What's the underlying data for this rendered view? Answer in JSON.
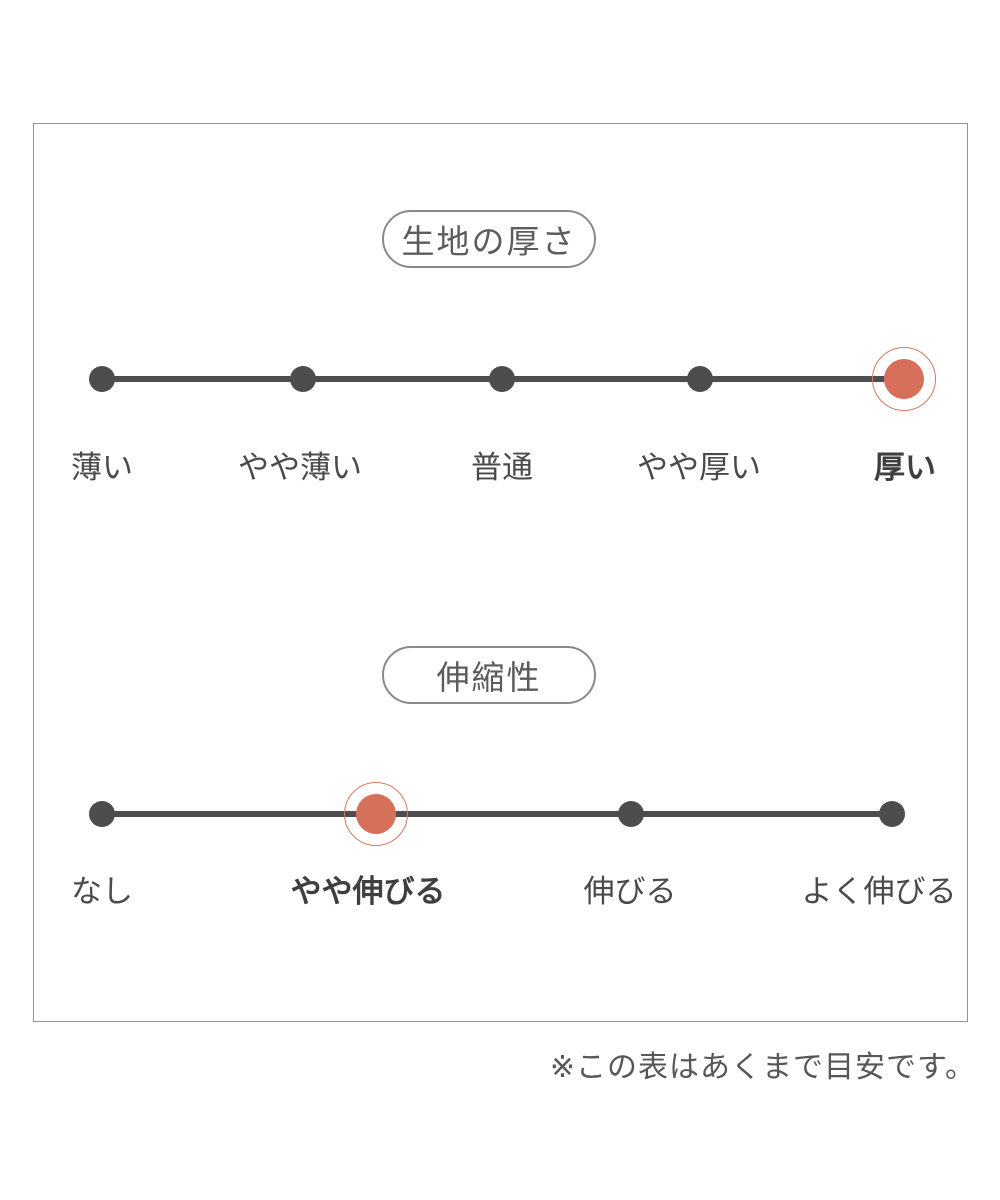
{
  "colors": {
    "accent": "#d7705b",
    "accent_ring": "#cf7c65",
    "track": "#4d4d4d",
    "frame_border": "#949494",
    "text": "#4a4a4a"
  },
  "footnote": "※この表はあくまで目安です。",
  "chart_data": [
    {
      "type": "scale",
      "title": "生地の厚さ",
      "categories": [
        "薄い",
        "やや薄い",
        "普通",
        "やや厚い",
        "厚い"
      ],
      "levels": 5,
      "selected": "厚い",
      "selected_index": 4,
      "legend_position": "none",
      "grid": false
    },
    {
      "type": "scale",
      "title": "伸縮性",
      "categories": [
        "なし",
        "やや伸びる",
        "伸びる",
        "よく伸びる"
      ],
      "levels": 4,
      "selected": "やや伸びる",
      "selected_index": 1,
      "legend_position": "none",
      "grid": false
    }
  ]
}
